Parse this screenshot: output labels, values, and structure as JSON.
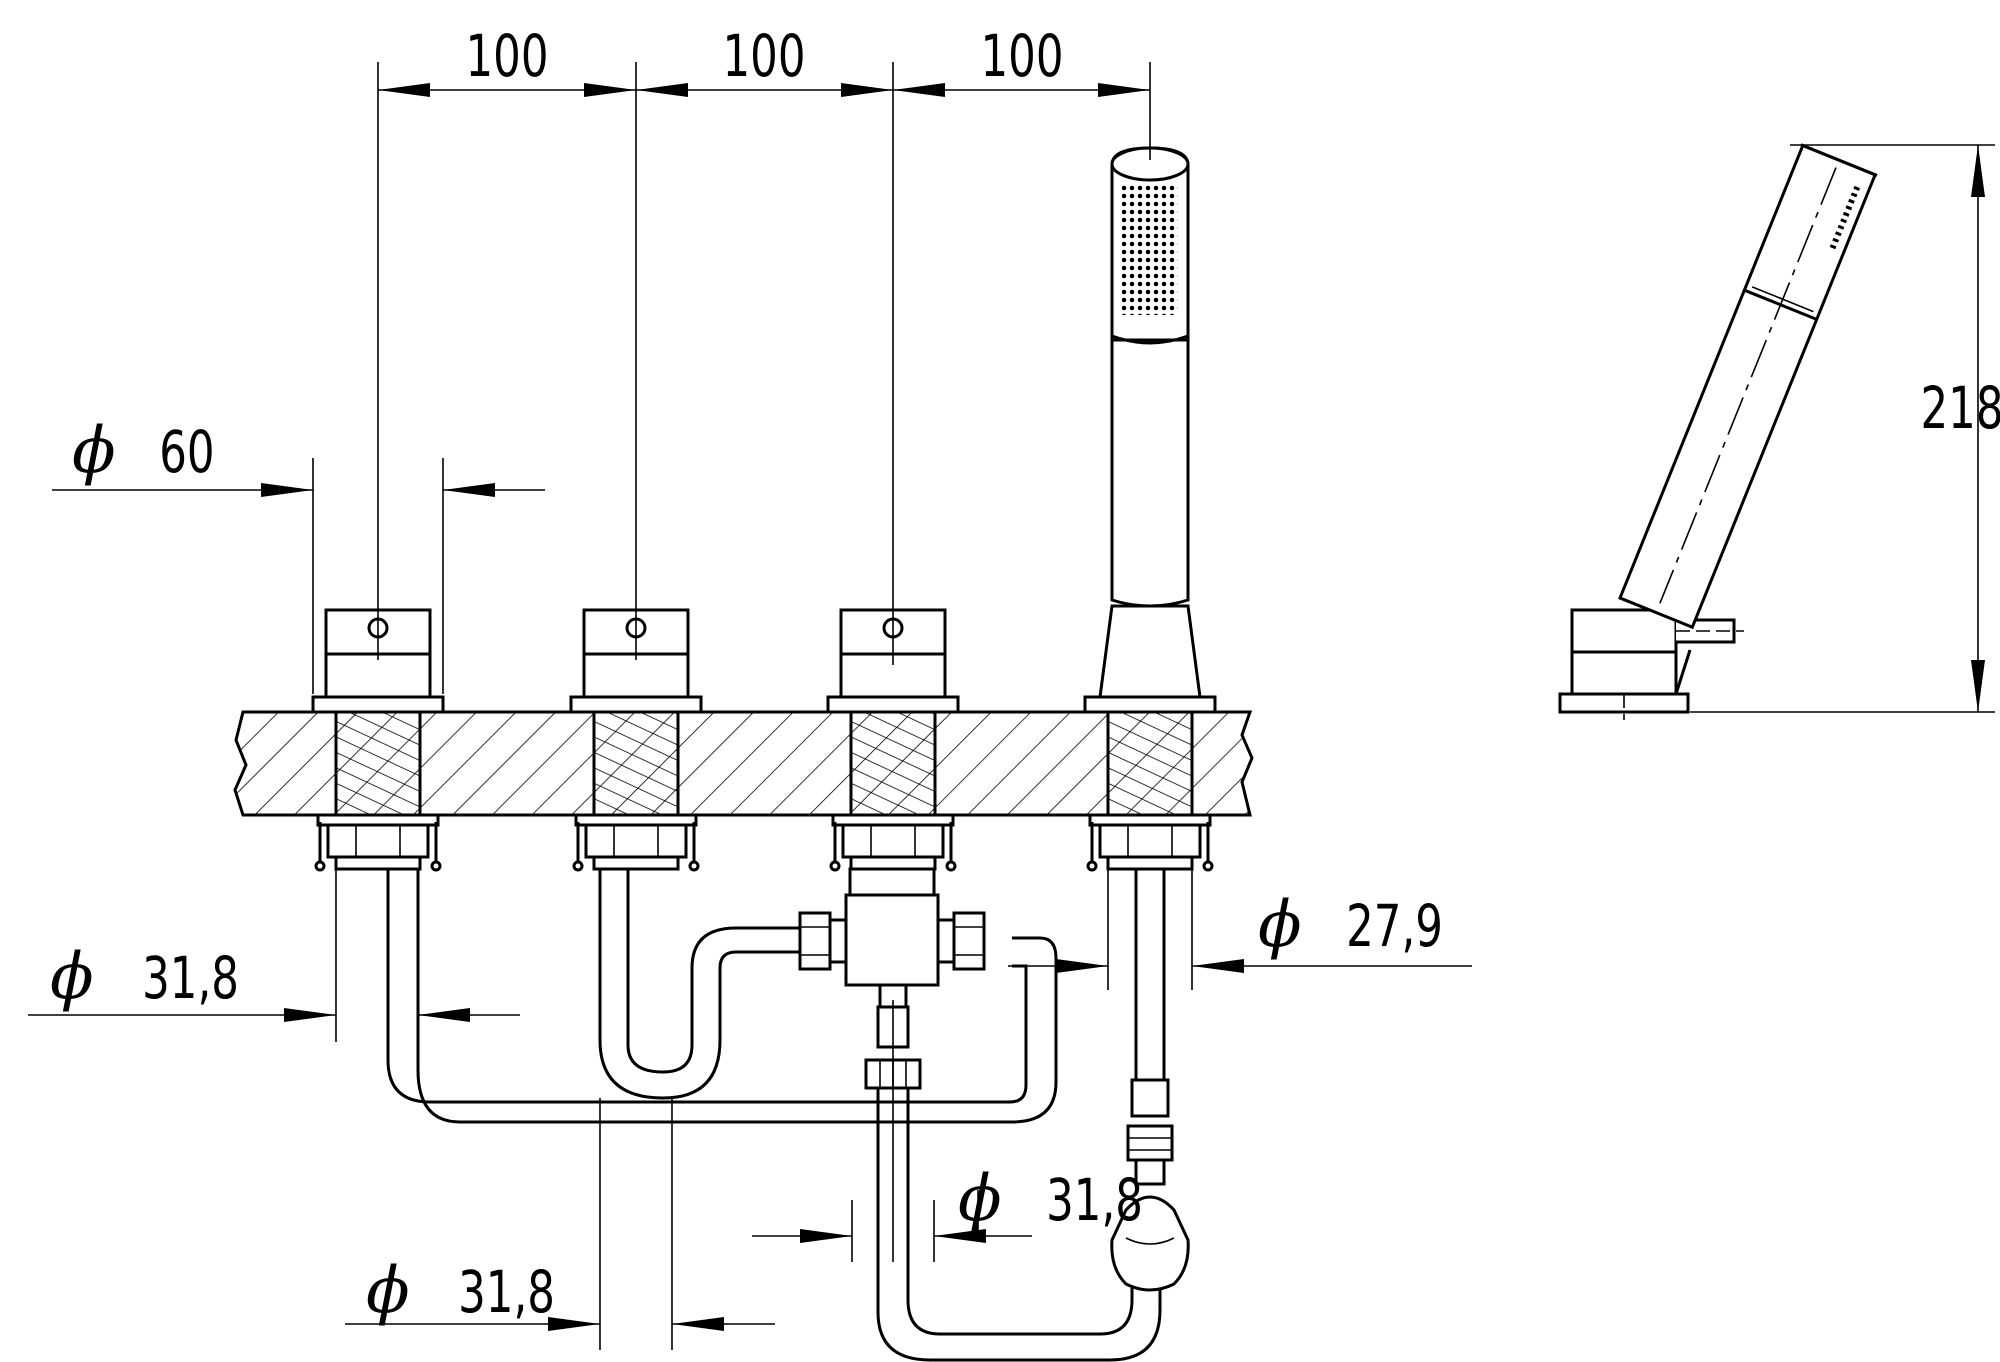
{
  "dimensions": {
    "spacing_1": "100",
    "spacing_2": "100",
    "spacing_3": "100",
    "rosette_dia": "60",
    "left_hose_dia": "31,8",
    "mid_hose_dia": "31,8",
    "bottom_hose_dia": "31,8",
    "shower_hose_dia": "27,9",
    "side_height": "218"
  },
  "symbols": {
    "diameter": "ϕ"
  }
}
